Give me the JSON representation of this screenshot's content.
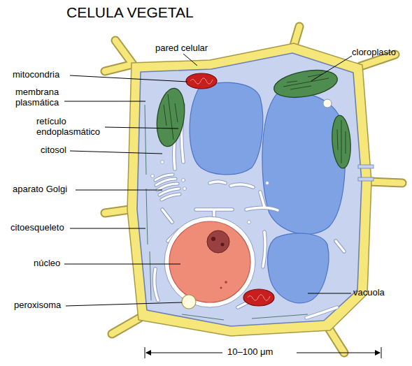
{
  "diagram": {
    "title": "CELULA VEGETAL",
    "labels": [
      "pared celular",
      "cloroplasto",
      "mitocondria",
      "membrana plasmática",
      "retículo endoplasmático",
      "citosol",
      "aparato Golgi",
      "citoesqueleto",
      "núcleo",
      "vacuola",
      "peroxisoma",
      "10–100 μm"
    ]
  }
}
